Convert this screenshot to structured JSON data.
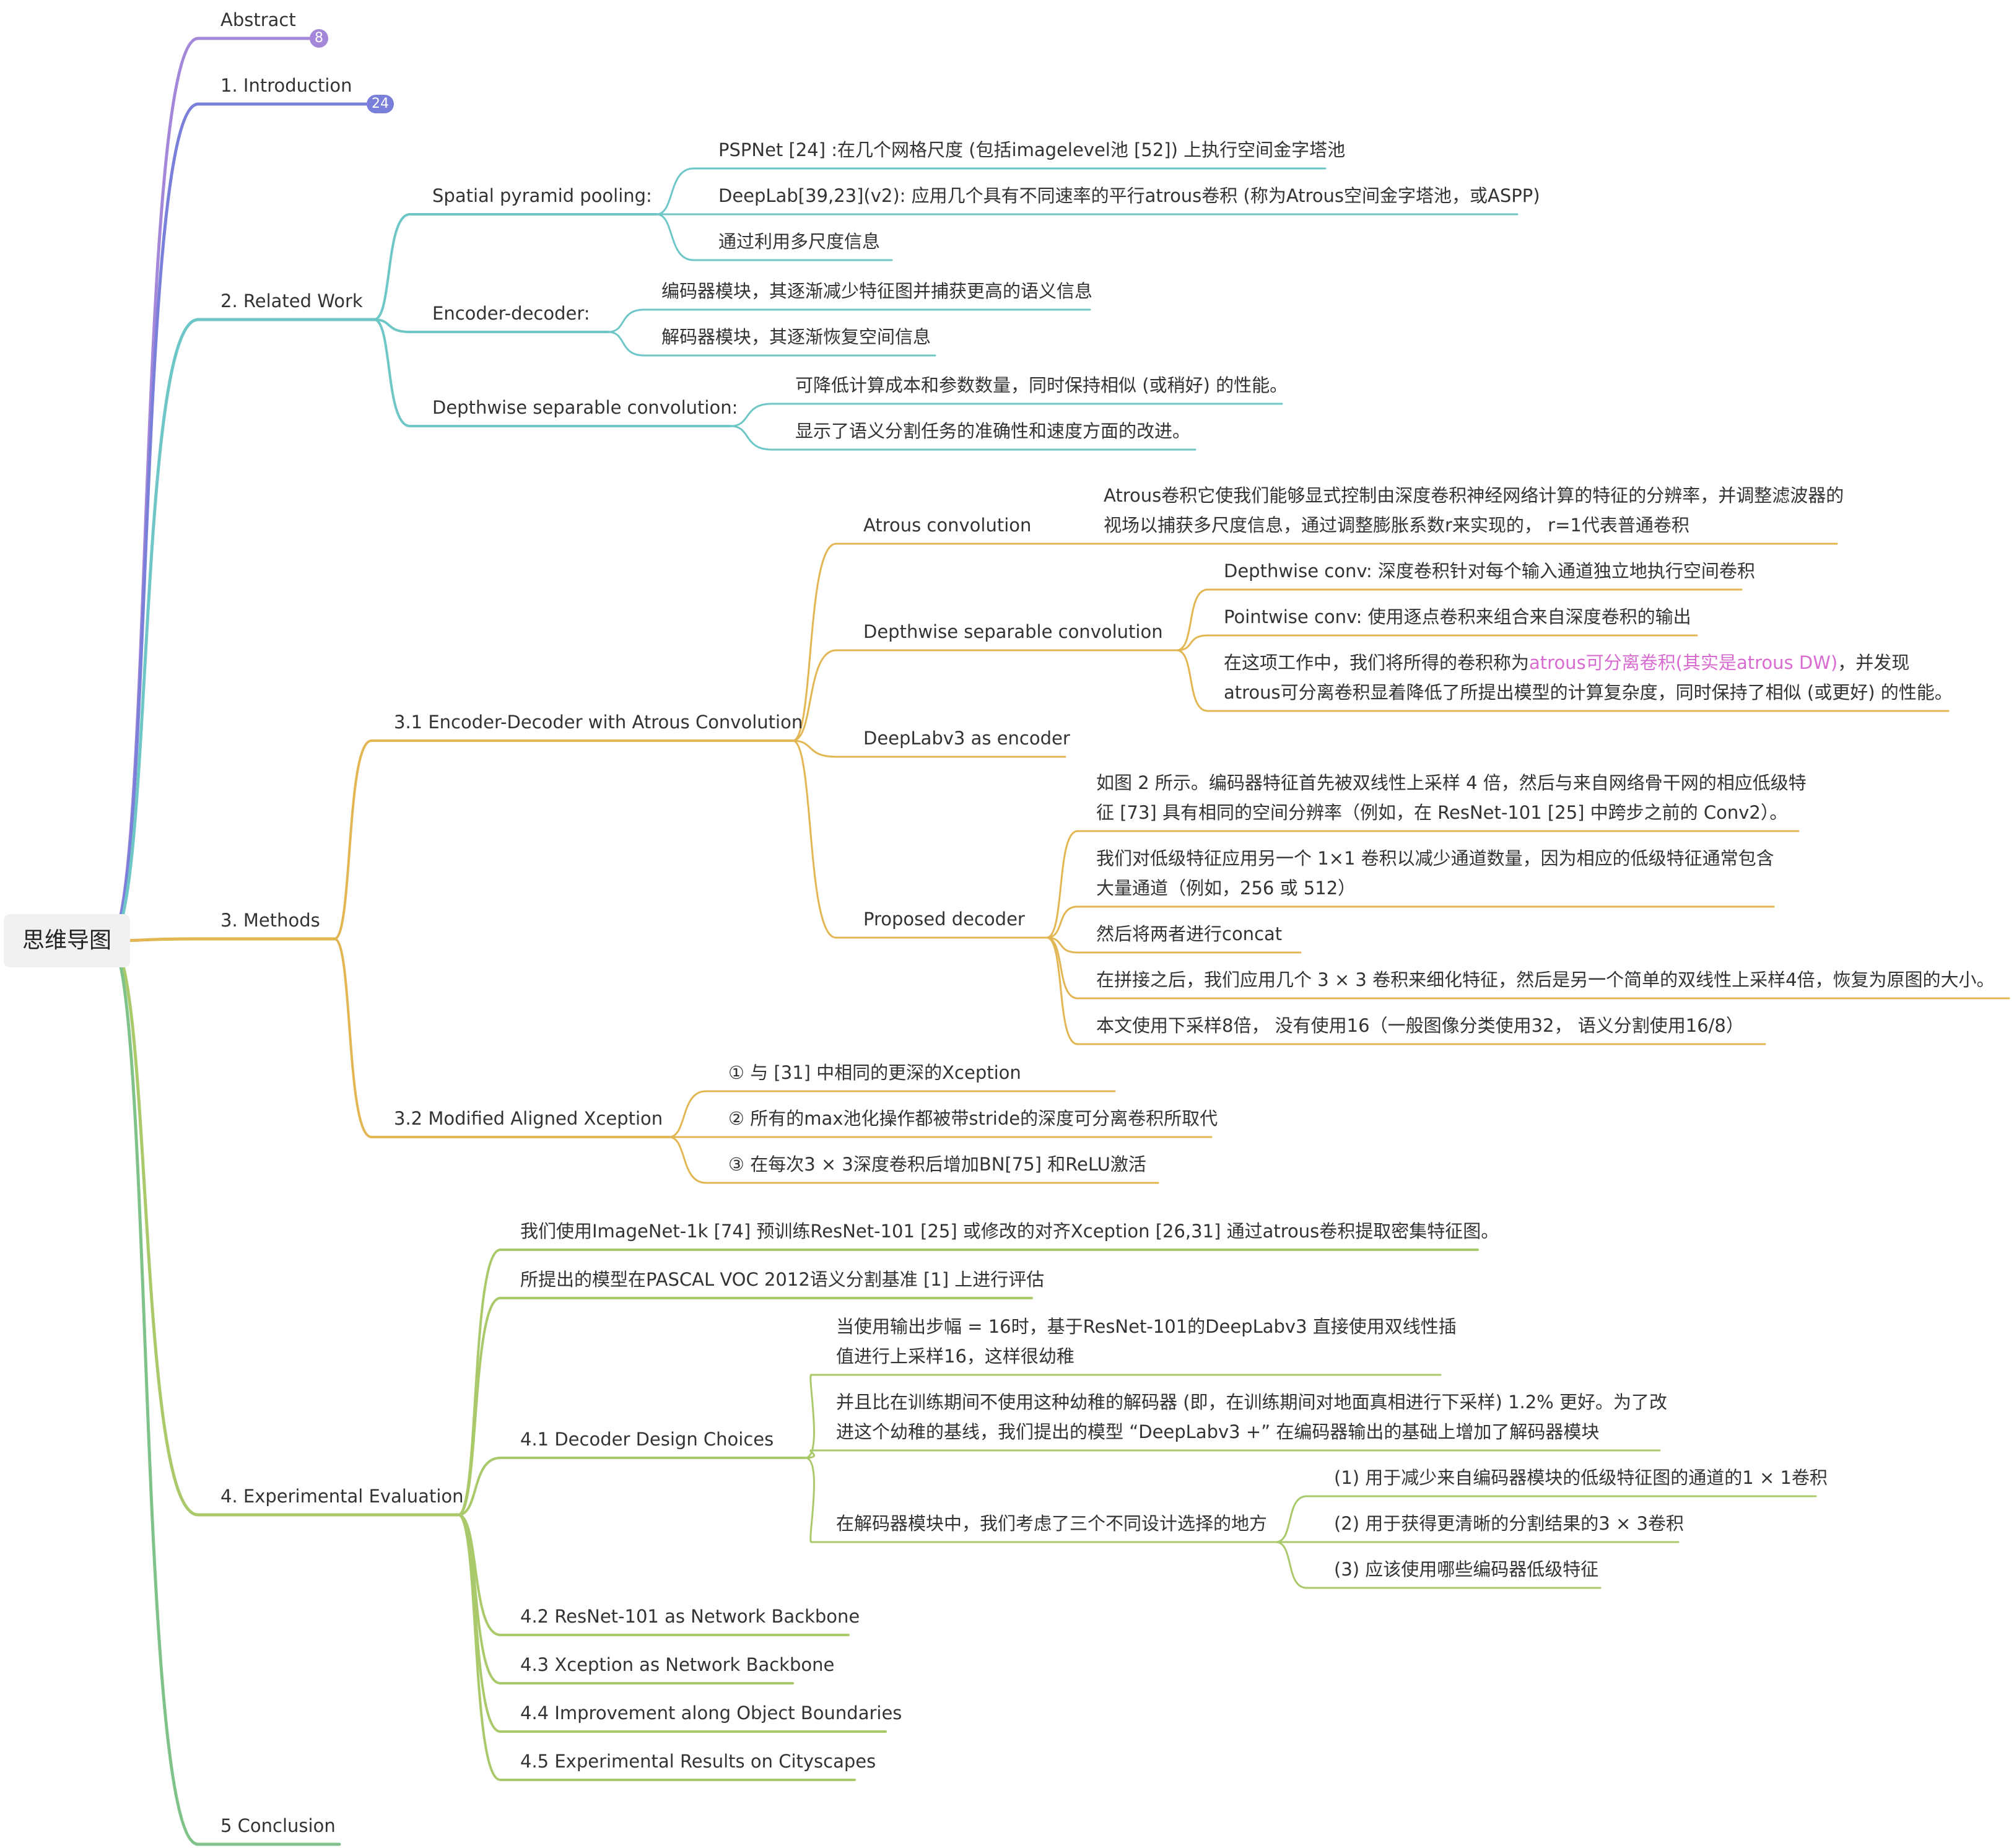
{
  "root": {
    "label": "思维导图"
  },
  "branches": {
    "abstract": {
      "label": "Abstract",
      "badge": "8",
      "color": "#a487d9"
    },
    "intro": {
      "label": "1. Introduction",
      "badge": "24",
      "color": "#7a7fd9"
    },
    "related": {
      "label": "2. Related Work",
      "color": "#6fc6c6",
      "spp": {
        "label": "Spatial pyramid pooling:",
        "items": [
          "PSPNet [24] :在几个网格尺度 (包括imagelevel池 [52]) 上执行空间金字塔池",
          "DeepLab[39,23](v2): 应用几个具有不同速率的平行atrous卷积 (称为Atrous空间金字塔池，或ASPP)",
          "通过利用多尺度信息"
        ]
      },
      "encdec": {
        "label": "Encoder-decoder:",
        "items": [
          "编码器模块，其逐渐减少特征图并捕获更高的语义信息",
          "解码器模块，其逐渐恢复空间信息"
        ]
      },
      "dsc": {
        "label": "Depthwise separable convolution:",
        "items": [
          "可降低计算成本和参数数量，同时保持相似 (或稍好) 的性能。",
          "显示了语义分割任务的准确性和速度方面的改进。"
        ]
      }
    },
    "methods": {
      "label": "3. Methods",
      "color": "#e2b653",
      "m31": {
        "label": "3.1 Encoder-Decoder with Atrous Convolution",
        "atrous": {
          "label": "Atrous convolution",
          "text1": "Atrous卷积它使我们能够显式控制由深度卷积神经网络计算的特征的分辨率，并调整滤波器的",
          "text2": "视场以捕获多尺度信息，通过调整膨胀系数r来实现的， r=1代表普通卷积"
        },
        "dsc": {
          "label": "Depthwise separable convolution",
          "item1": "Depthwise conv: 深度卷积针对每个输入通道独立地执行空间卷积",
          "item2": "Pointwise conv: 使用逐点卷积来组合来自深度卷积的输出",
          "item3_pre": "在这项工作中，我们将所得的卷积称为",
          "item3_hl": "atrous可分离卷积(其实是atrous DW)",
          "item3_post": "，并发现",
          "item3_line2": "atrous可分离卷积显着降低了所提出模型的计算复杂度，同时保持了相似 (或更好) 的性能。"
        },
        "encoder": {
          "label": "DeepLabv3 as encoder"
        },
        "decoder": {
          "label": "Proposed decoder",
          "item1a": "如图 2 所示。编码器特征首先被双线性上采样 4 倍，然后与来自网络骨干网的相应低级特",
          "item1b": "征 [73] 具有相同的空间分辨率（例如，在 ResNet-101 [25] 中跨步之前的 Conv2）。",
          "item2a": "我们对低级特征应用另一个 1×1 卷积以减少通道数量，因为相应的低级特征通常包含",
          "item2b": "大量通道（例如，256 或 512）",
          "item3": "然后将两者进行concat",
          "item4": "在拼接之后，我们应用几个 3 × 3 卷积来细化特征，然后是另一个简单的双线性上采样4倍，恢复为原图的大小。",
          "item5": "本文使用下采样8倍， 没有使用16（一般图像分类使用32， 语义分割使用16/8）"
        }
      },
      "m32": {
        "label": "3.2 Modified Aligned Xception",
        "items": [
          "① 与 [31] 中相同的更深的Xception",
          "② 所有的max池化操作都被带stride的深度可分离卷积所取代",
          "③ 在每次3 × 3深度卷积后增加BN[75] 和ReLU激活"
        ]
      }
    },
    "experimental": {
      "label": "4. Experimental Evaluation",
      "color": "#a9c96b",
      "item1": "我们使用ImageNet-1k [74] 预训练ResNet-101 [25] 或修改的对齐Xception [26,31] 通过atrous卷积提取密集特征图。",
      "item2": "所提出的模型在PASCAL VOC 2012语义分割基准 [1] 上进行评估",
      "e41": {
        "label": "4.1 Decoder Design Choices",
        "item1a": "当使用输出步幅 = 16时，基于ResNet-101的DeepLabv3 直接使用双线性插",
        "item1b": "值进行上采样16，这样很幼稚",
        "item2a": "并且比在训练期间不使用这种幼稚的解码器 (即，在训练期间对地面真相进行下采样) 1.2% 更好。为了改",
        "item2b": "进这个幼稚的基线，我们提出的模型 “DeepLabv3 +” 在编码器输出的基础上增加了解码器模块",
        "item3": "在解码器模块中，我们考虑了三个不同设计选择的地方",
        "sub": [
          "(1) 用于减少来自编码器模块的低级特征图的通道的1 × 1卷积",
          "(2) 用于获得更清晰的分割结果的3 × 3卷积",
          "(3) 应该使用哪些编码器低级特征"
        ]
      },
      "e42": "4.2 ResNet-101 as Network Backbone",
      "e43": "4.3 Xception as Network Backbone",
      "e44": "4.4 Improvement along Object Boundaries",
      "e45": "4.5 Experimental Results on Cityscapes"
    },
    "conclusion": {
      "label": "5 Conclusion",
      "color": "#7fc38a"
    }
  }
}
